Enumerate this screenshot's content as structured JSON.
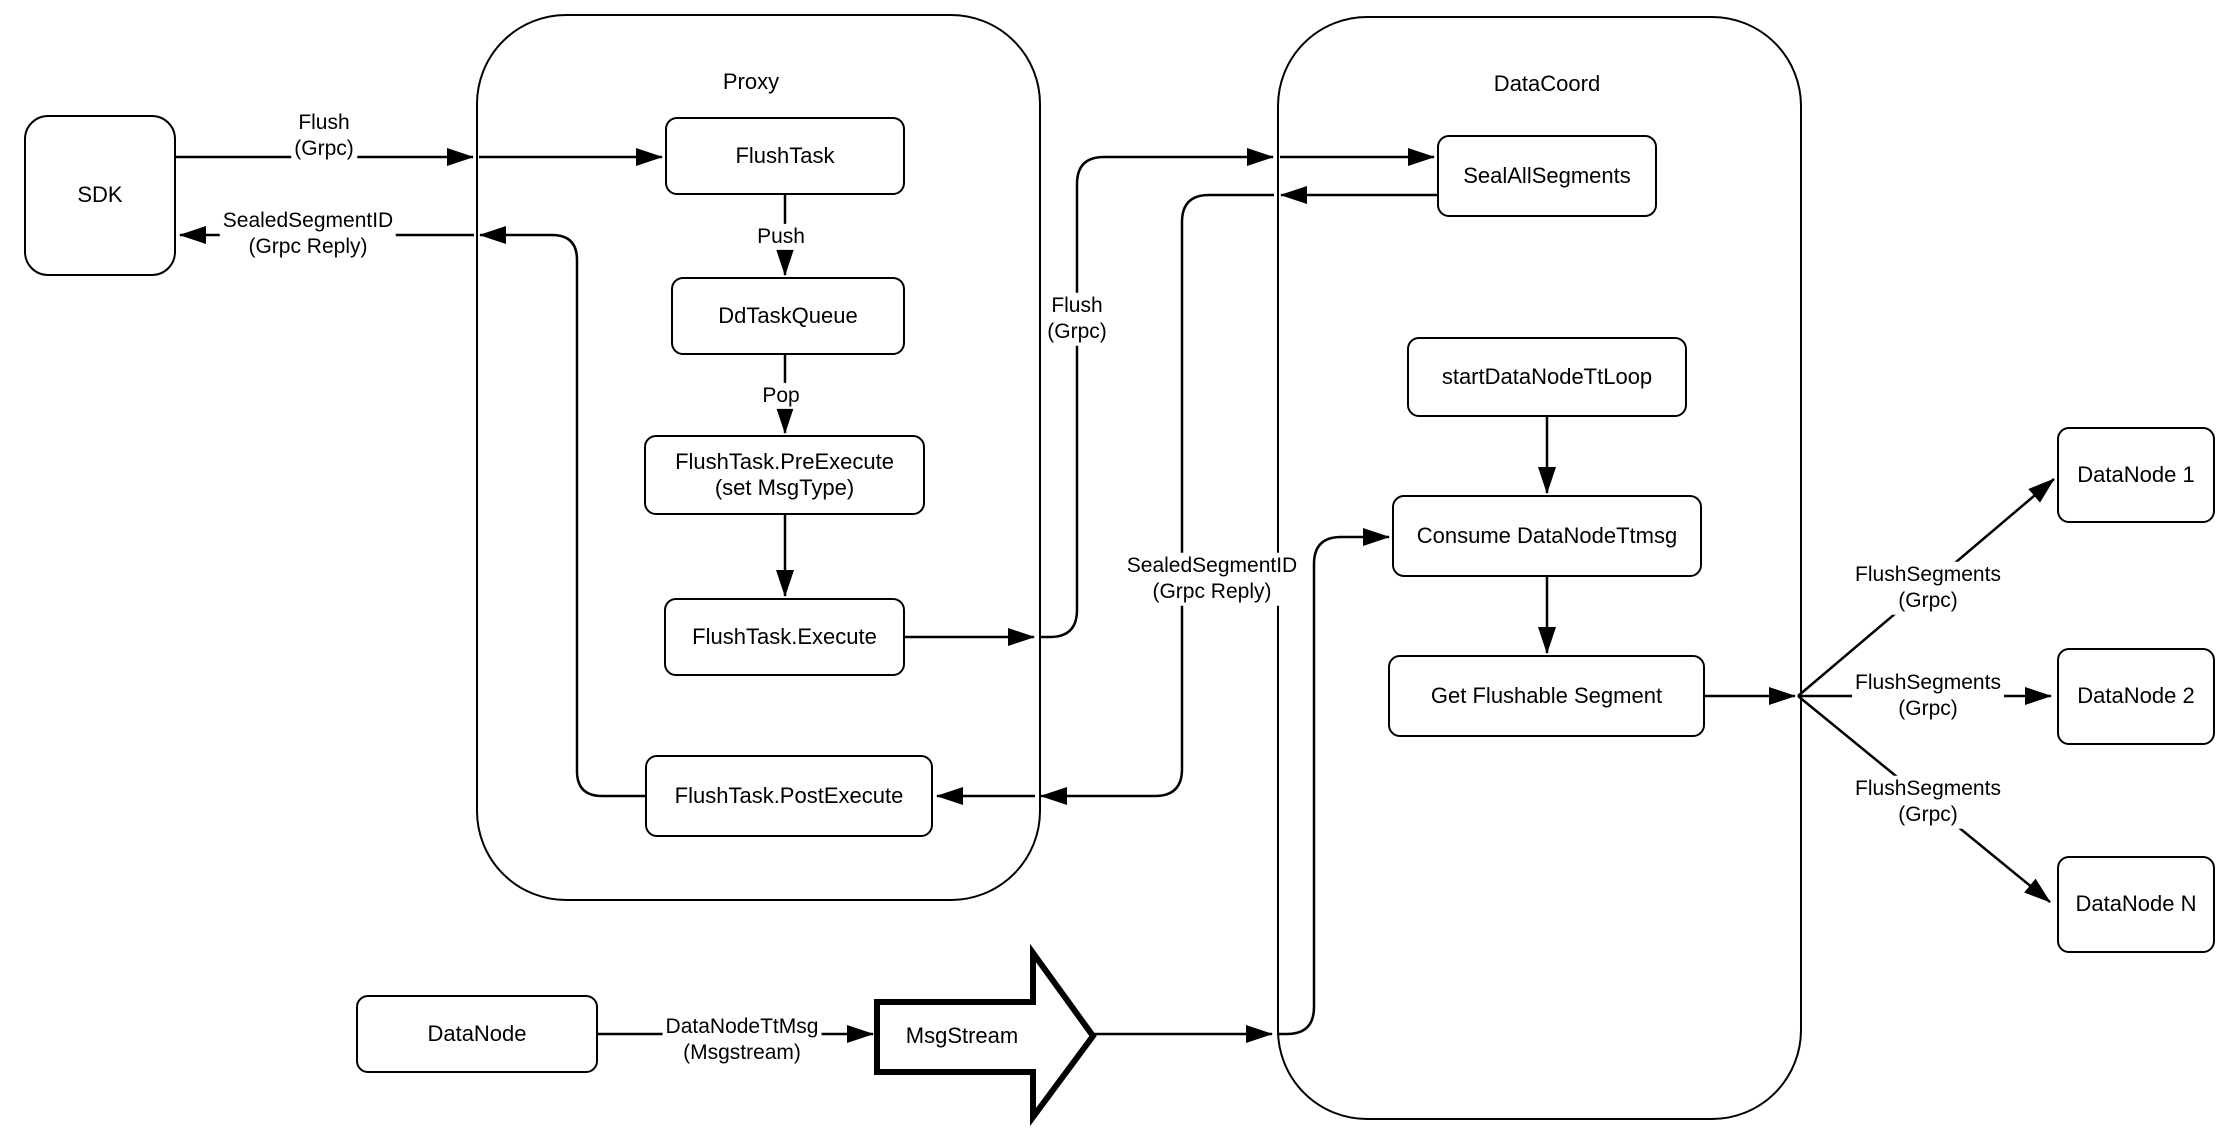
{
  "diagram": {
    "containers": {
      "proxy_title": "Proxy",
      "datacoord_title": "DataCoord"
    },
    "nodes": {
      "sdk": "SDK",
      "flush_task": "FlushTask",
      "dd_task_queue": "DdTaskQueue",
      "pre_execute": {
        "line1": "FlushTask.PreExecute",
        "line2": "(set MsgType)"
      },
      "execute": "FlushTask.Execute",
      "post_execute": "FlushTask.PostExecute",
      "seal_all_segments": "SealAllSegments",
      "start_datanode_tt_loop": "startDataNodeTtLoop",
      "consume_datanode_ttmsg": "Consume DataNodeTtmsg",
      "get_flushable_segment": "Get Flushable Segment",
      "datanode_1": "DataNode 1",
      "datanode_2": "DataNode 2",
      "datanode_n": "DataNode N",
      "datanode": "DataNode",
      "msgstream": "MsgStream"
    },
    "edge_labels": {
      "flush_sdk": {
        "line1": "Flush",
        "line2": "(Grpc)"
      },
      "sealed_sdk": {
        "line1": "SealedSegmentID",
        "line2": "(Grpc Reply)"
      },
      "push": "Push",
      "pop": "Pop",
      "flush_mid": {
        "line1": "Flush",
        "line2": "(Grpc)"
      },
      "sealed_mid": {
        "line1": "SealedSegmentID",
        "line2": "(Grpc Reply)"
      },
      "flush_segments_1": {
        "line1": "FlushSegments",
        "line2": "(Grpc)"
      },
      "flush_segments_2": {
        "line1": "FlushSegments",
        "line2": "(Grpc)"
      },
      "flush_segments_3": {
        "line1": "FlushSegments",
        "line2": "(Grpc)"
      },
      "datanode_ttmsg": {
        "line1": "DataNodeTtMsg",
        "line2": "(Msgstream)"
      }
    },
    "colors": {
      "stroke": "#000000",
      "background": "#ffffff",
      "node_fill": "#ffffff"
    }
  }
}
